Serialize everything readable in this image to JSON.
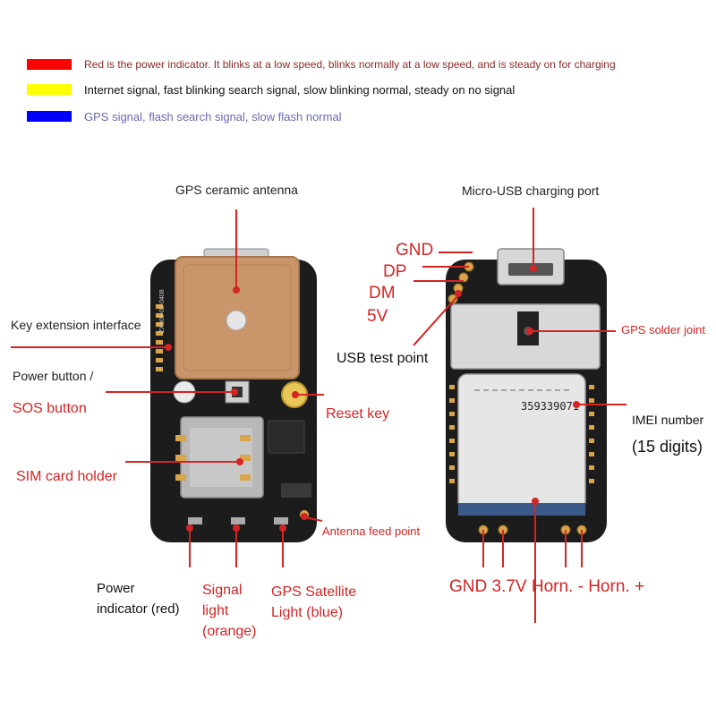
{
  "legend": [
    {
      "color": "#ff0000",
      "text": "Red is the power indicator. It blinks at a low speed, blinks normally at a low speed, and is steady on for charging",
      "text_color": "#8a2a2a"
    },
    {
      "color": "#ffff00",
      "text": "Internet signal, fast blinking search signal, slow blinking normal, steady on no signal",
      "text_color": "#111111"
    },
    {
      "color": "#0000ff",
      "text": "GPS signal, flash search signal, slow flash normal",
      "text_color": "#6a6ab0"
    }
  ],
  "front_board": {
    "board_text": "ZX908-02-0408",
    "labels": {
      "gps_antenna": "GPS ceramic antenna",
      "key_extension": "Key extension interface",
      "power_button_line1": "Power button /",
      "power_button_line2": "SOS button",
      "reset_key": "Reset key",
      "sim_holder": "SIM card holder",
      "antenna_feed": "Antenna feed point",
      "power_indicator_line1": "Power",
      "power_indicator_line2": "indicator (red)",
      "signal_light_line1": "Signal",
      "signal_light_line2": "light",
      "signal_light_line3": "(orange)",
      "gps_light_line1": "GPS Satellite",
      "gps_light_line2": "Light (blue)"
    }
  },
  "back_board": {
    "module_text": "359339071",
    "labels": {
      "micro_usb": "Micro-USB charging port",
      "gnd_top": "GND",
      "dp": "DP",
      "dm": "DM",
      "v5": "5V",
      "usb_test": "USB test point",
      "gps_solder": "GPS solder joint",
      "imei_line1": "IMEI number",
      "imei_line2": "(15 digits)",
      "bottom_pins": "GND 3.7V  Horn. - Horn. +"
    }
  },
  "colors": {
    "accent_red": "#d42424",
    "pcb": "#1c1c1c",
    "antenna": "#c9956a",
    "shield": "#d8d8d8",
    "module": "#e6e6e6"
  }
}
